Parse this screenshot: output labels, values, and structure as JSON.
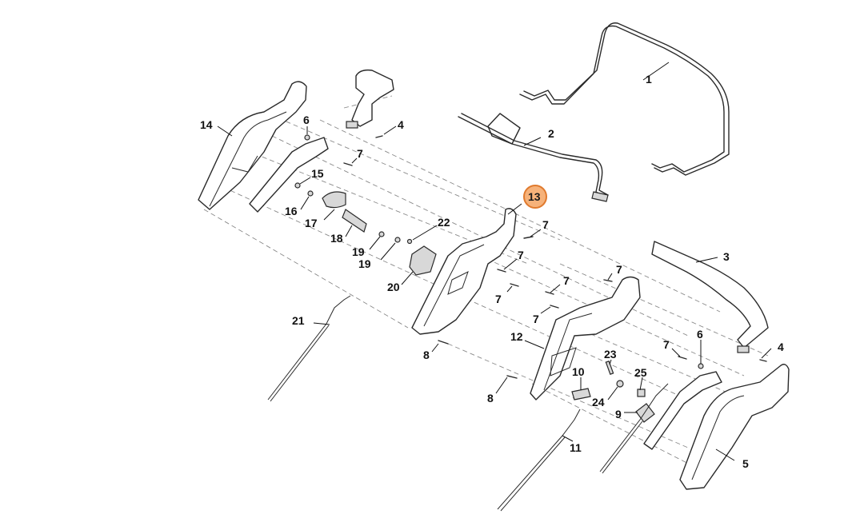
{
  "highlight_color": "#f6b27a",
  "highlight_stroke": "#e07a2e",
  "highlighted_part": "13",
  "callouts": {
    "p1": "1",
    "p2": "2",
    "p3": "3",
    "p4a": "4",
    "p4b": "4",
    "p5": "5",
    "p6a": "6",
    "p6b": "6",
    "p7a": "7",
    "p7b": "7",
    "p7c": "7",
    "p7d": "7",
    "p7e": "7",
    "p7f": "7",
    "p7g": "7",
    "p7h": "7",
    "p8a": "8",
    "p8b": "8",
    "p9": "9",
    "p10": "10",
    "p11": "11",
    "p12": "12",
    "p13": "13",
    "p14": "14",
    "p15": "15",
    "p16": "16",
    "p17": "17",
    "p18": "18",
    "p19a": "19",
    "p19b": "19",
    "p20": "20",
    "p21": "21",
    "p22": "22",
    "p23": "23",
    "p24": "24",
    "p25": "25"
  }
}
